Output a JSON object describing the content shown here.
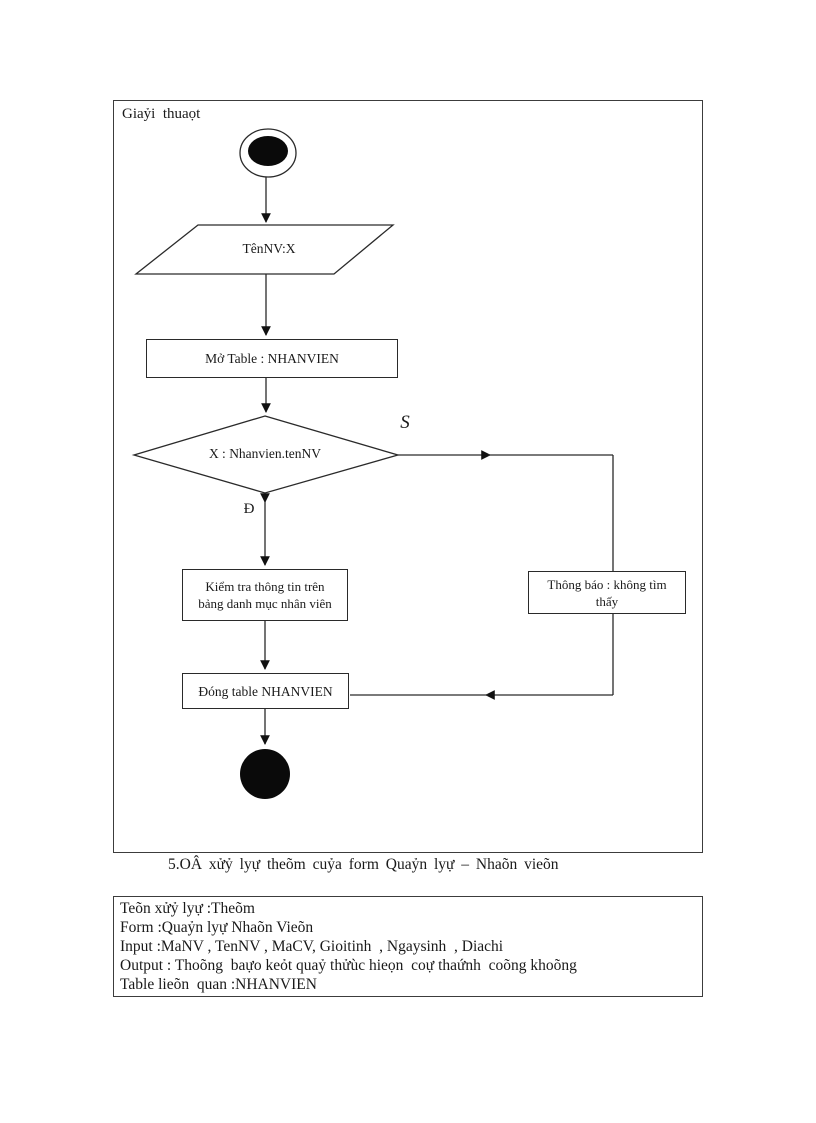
{
  "diagram": {
    "frame_label": "Giaỷi  thuaọt",
    "nodes": {
      "input": "TênNV:X",
      "open_table": "Mở Table : NHANVIEN",
      "decision": "X : Nhanvien.tenNV",
      "check_line1": "Kiểm tra thông tin trên",
      "check_line2": "bảng danh mục nhân viên",
      "notify_line1": "Thông báo : không tìm",
      "notify_line2": "thấy",
      "close_table": "Đóng table NHANVIEN"
    },
    "branch_labels": {
      "no": "S",
      "yes": "Đ"
    },
    "shapes": {
      "start": "start-terminator-circle",
      "end": "end-terminator-filled-circle",
      "input_shape": "parallelogram",
      "decision_shape": "diamond"
    },
    "colors": {
      "line": "#2a2a2a",
      "node_fill": "#ffffff",
      "terminator_fill": "#0a0a0a",
      "text": "#1a1a1a"
    }
  },
  "caption": "5.OÂ xửỷ lyự theõm cuỷa form Quaỷn lyự – Nhaõn vieõn",
  "spec": {
    "lines": [
      "Teõn xửỷ lyự :Theõm",
      "Form :Quaỷn lyự Nhaõn Vieõn",
      "Input :MaNV , TenNV , MaCV, Gioitinh  , Ngaysinh  , Diachi",
      "Output : Thoõng  baựo keỏt quaỷ thửùc hieọn  coự thaứnh  coõng khoõng",
      "Table lieõn  quan :NHANVIEN"
    ]
  }
}
